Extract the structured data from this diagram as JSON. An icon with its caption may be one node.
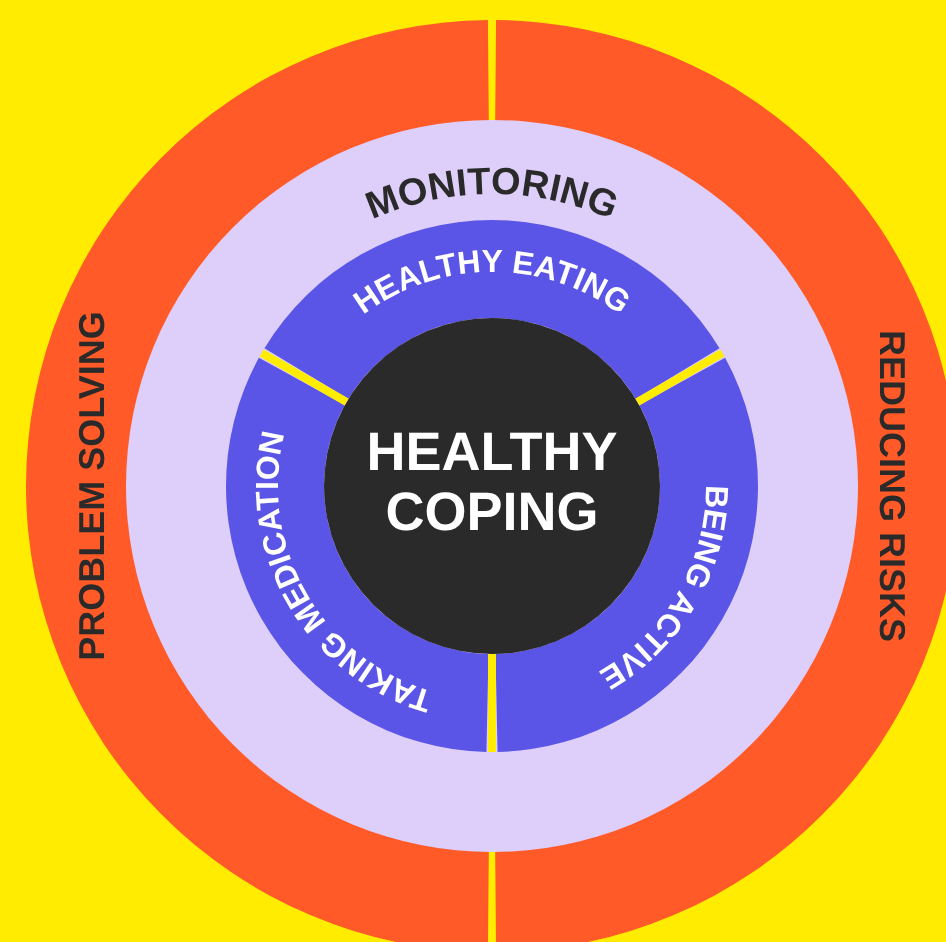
{
  "diagram": {
    "nodes": [
      {
        "text": [
          "PROBLEM SOLVING"
        ]
      },
      {
        "text": [
          "REDUCING RISKS"
        ]
      },
      {
        "text": [
          "MONITORING"
        ]
      },
      {
        "text": [
          "HEALTHY EATING"
        ],
        "in": 2
      },
      {
        "text": [
          "BEING ACTIVE"
        ],
        "in": 2
      },
      {
        "text": [
          "TAKING MEDICATION"
        ],
        "in": 2
      },
      {
        "text": [
          "HEALTHY COPING"
        ],
        "in": 2
      }
    ]
  }
}
